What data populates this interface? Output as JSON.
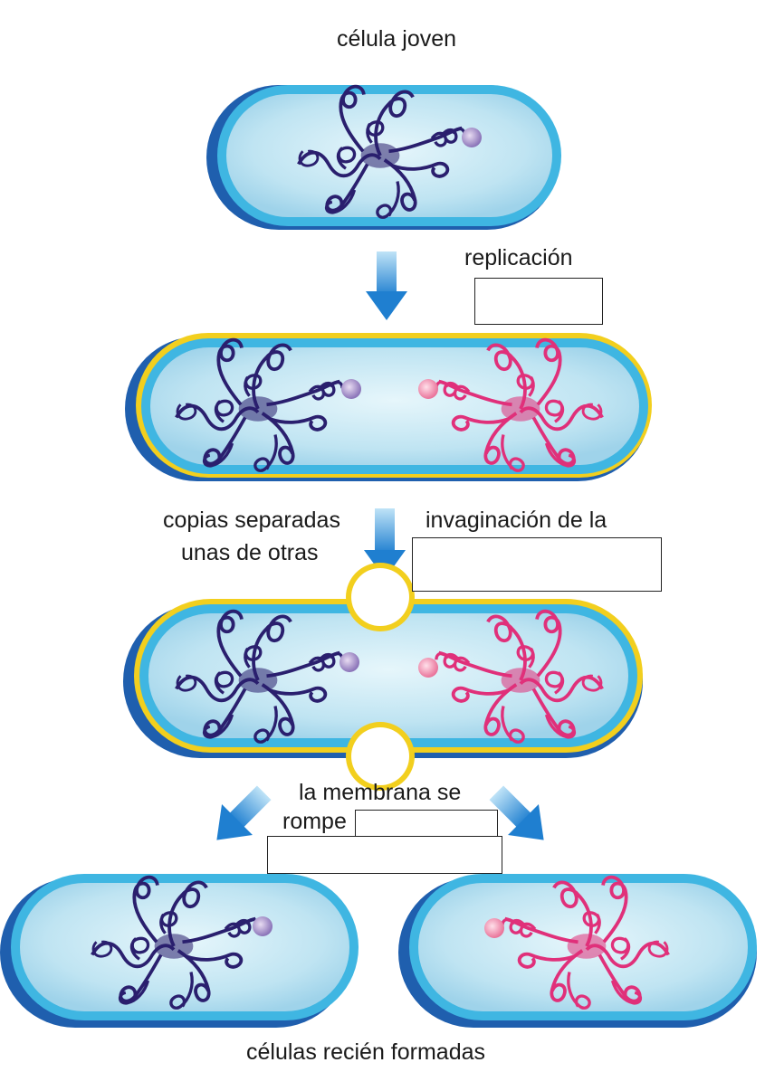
{
  "labels": {
    "young_cell": "célula joven",
    "replication": "replicación",
    "copies_separated_1": "copias separadas",
    "copies_separated_2": "unas de otras",
    "invagination": "invaginación de la",
    "membrane_breaks_1": "la membrana se",
    "membrane_breaks_2": "rompe",
    "new_cells": "células recién formadas"
  },
  "blank_boxes": [
    "replication-answer-box",
    "invagination-answer-box",
    "membrane-answer-box-1",
    "membrane-answer-box-2"
  ],
  "colors": {
    "cell_fill": "#bfe4f2",
    "cell_border": "#3fb6e2",
    "cell_shadow": "#1f5fae",
    "membrane_yellow": "#f2cf1e",
    "dna_dark": "#2a1f6e",
    "dna_pink": "#e0307a",
    "arrow": "#3a9be0"
  }
}
